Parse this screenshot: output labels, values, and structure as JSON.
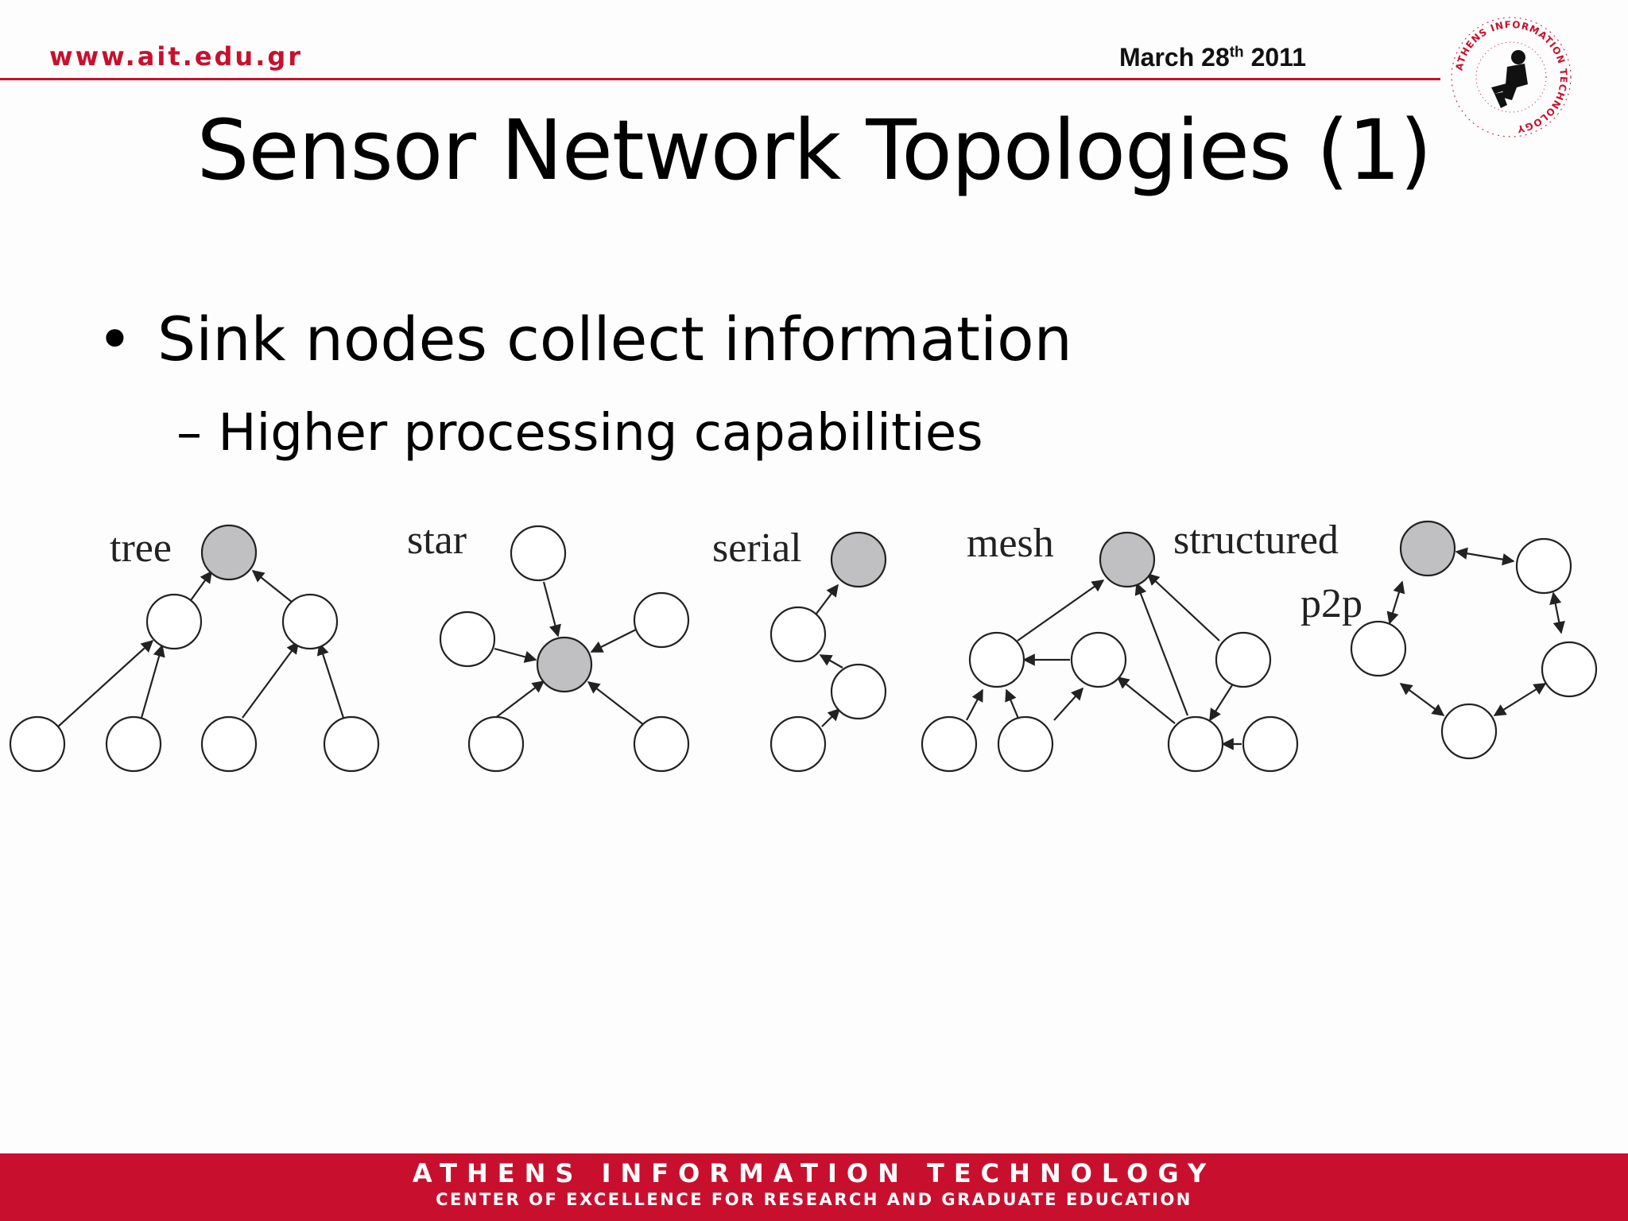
{
  "header": {
    "url": "www.ait.edu.gr",
    "date_main": "March 28",
    "date_sup": "th",
    "date_year": " 2011"
  },
  "logo": {
    "ring_text": "ATHENS INFORMATION TECHNOLOGY",
    "icon": "person-at-laptop-logo"
  },
  "slide": {
    "title": "Sensor Network Topologies (1)",
    "bullets": [
      {
        "text": "Sink nodes collect information",
        "marker": "•"
      },
      {
        "text": "Higher processing capabilities",
        "marker": "–"
      }
    ]
  },
  "diagram": {
    "labels": {
      "tree": "tree",
      "star": "star",
      "serial": "serial",
      "mesh": "mesh",
      "structured": "structured",
      "p2p": "p2p"
    },
    "colors": {
      "sink": "#c0c0c2",
      "node": "#ffffff",
      "stroke": "#222222"
    }
  },
  "footer": {
    "line1": "ATHENS INFORMATION TECHNOLOGY",
    "line2": "CENTER OF EXCELLENCE FOR RESEARCH AND GRADUATE EDUCATION",
    "color": "#c8102e"
  }
}
